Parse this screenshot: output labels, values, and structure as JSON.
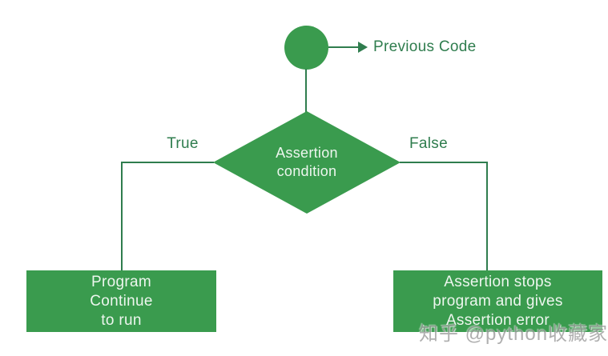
{
  "diagram": {
    "title_context": "assertion flowchart",
    "colors": {
      "shape_fill": "#3a9b4e",
      "line_color": "#2f7d4e",
      "label_text": "#2f7d4e",
      "shape_text": "#edf6ee",
      "watermark_color": "#9c9c9c"
    },
    "start_pointer_label": "Previous Code",
    "decision": {
      "line1": "Assertion",
      "line2": "condition"
    },
    "branches": {
      "true_label": "True",
      "false_label": "False"
    },
    "true_outcome_box": {
      "line1": "Program",
      "line2": "Continue",
      "line3": "to run"
    },
    "false_outcome_box": {
      "line1": "Assertion stops",
      "line2": "program and gives",
      "line3": "Assertion error"
    },
    "watermark": "知乎 @python收藏家"
  }
}
